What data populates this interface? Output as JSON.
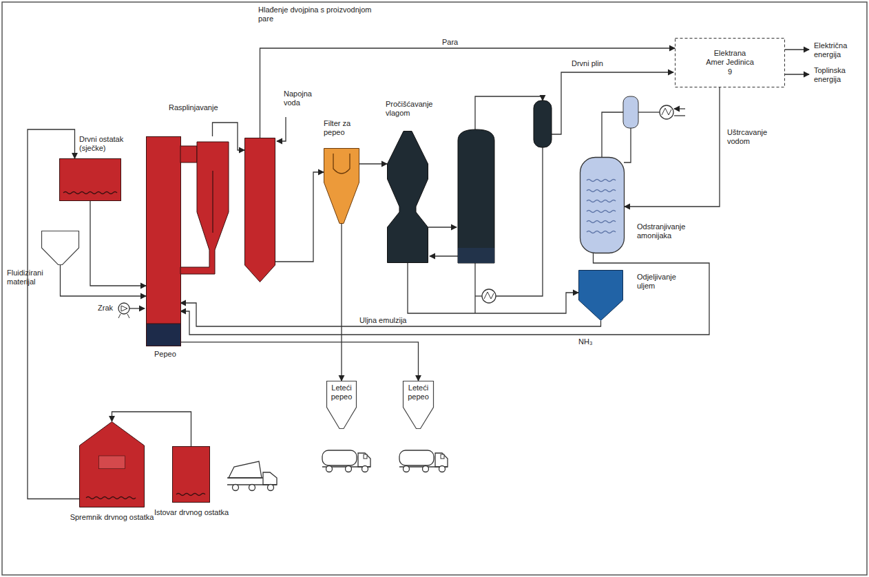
{
  "diagram": {
    "nodes": [
      {
        "text": [
          "Drvni ostatak (sječke)"
        ]
      },
      {
        "text": [
          "Rasplinjavanje"
        ]
      },
      {
        "text": [
          "Hlađenje dvojpina s proizvodnjom pare"
        ]
      },
      {
        "text": [
          "Filter za pepeo"
        ]
      },
      {
        "text": [
          "Pročišćavanje vlagom"
        ]
      },
      {
        "text": [
          "Odstranjivanje amonijaka"
        ]
      },
      {
        "text": [
          "Odjeljivanje uljem"
        ]
      },
      {
        "text": [
          "Elektrana Amer Jedinica 9"
        ]
      },
      {
        "text": [
          "Fluidizirani materijal"
        ]
      },
      {
        "text": [
          "Leteći pepeo"
        ]
      },
      {
        "text": [
          "Leteći pepeo"
        ]
      },
      {
        "text": [
          "Spremnik drvnog ostatka"
        ]
      },
      {
        "text": [
          "Istovar drvnog ostatka"
        ]
      }
    ],
    "edges": [
      {
        "from": 11,
        "to": 0,
        "arrow": "to"
      },
      {
        "from": 12,
        "to": 11,
        "arrow": "to"
      },
      {
        "from": 0,
        "to": 1,
        "arrow": "to"
      },
      {
        "from": 8,
        "to": 1,
        "arrow": "to"
      },
      {
        "from": 1,
        "to": 2,
        "arrow": "to"
      },
      {
        "from": 2,
        "to": 3,
        "arrow": "to"
      },
      {
        "from": 2,
        "to": 7,
        "label": "Para",
        "arrow": "to"
      },
      {
        "from": 3,
        "to": 4,
        "arrow": "to"
      },
      {
        "from": 3,
        "to": 9,
        "arrow": "to"
      },
      {
        "from": 1,
        "to": 10,
        "arrow": "to"
      },
      {
        "from": 4,
        "to": 6,
        "arrow": "to"
      },
      {
        "from": 6,
        "to": 1,
        "label": "Uljna emulzija",
        "arrow": "to"
      },
      {
        "from": 5,
        "to": 1,
        "label": "NH₃",
        "arrow": "to"
      },
      {
        "from": 7,
        "to": 5,
        "label": "Uštrcavanje vodom",
        "arrow": "to"
      }
    ],
    "labels": [
      "Napojna voda",
      "Drvni plin",
      "Električna energija",
      "Toplinska energija",
      "Zrak",
      "Pepeo"
    ]
  }
}
